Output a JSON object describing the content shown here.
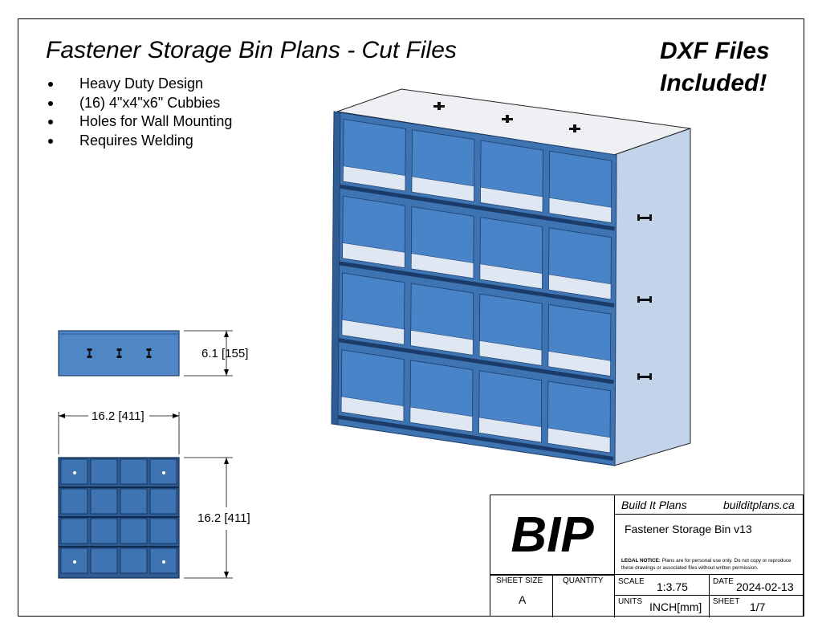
{
  "title": "Fastener Storage Bin Plans - Cut Files",
  "dxf_banner": [
    "DXF Files",
    "Included!"
  ],
  "bullets": [
    "Heavy Duty Design",
    "(16) 4\"x4\"x6\" Cubbies",
    "Holes for Wall Mounting",
    "Requires Welding"
  ],
  "dimensions": {
    "depth": "6.1 [155]",
    "width": "16.2 [411]",
    "height": "16.2 [411]"
  },
  "colors": {
    "blue": "#4f86c6",
    "dark_blue": "#2e5c93",
    "line": "#000000"
  },
  "title_block": {
    "logo": "BIP",
    "company": "Build It Plans",
    "website": "builditplans.ca",
    "project_name": "Fastener Storage Bin v13",
    "legal_label": "LEGAL NOTICE:",
    "legal_text": "Plans are for personal use only. Do not copy or reproduce these drawings or associated files without written permission.",
    "sheet_size_label": "SHEET SIZE",
    "sheet_size": "A",
    "quantity_label": "QUANTITY",
    "quantity": "",
    "scale_label": "SCALE",
    "scale": "1:3.75",
    "date_label": "DATE",
    "date": "2024-02-13",
    "units_label": "UNITS",
    "units": "INCH[mm]",
    "sheet_label": "SHEET",
    "sheet": "1/7"
  }
}
